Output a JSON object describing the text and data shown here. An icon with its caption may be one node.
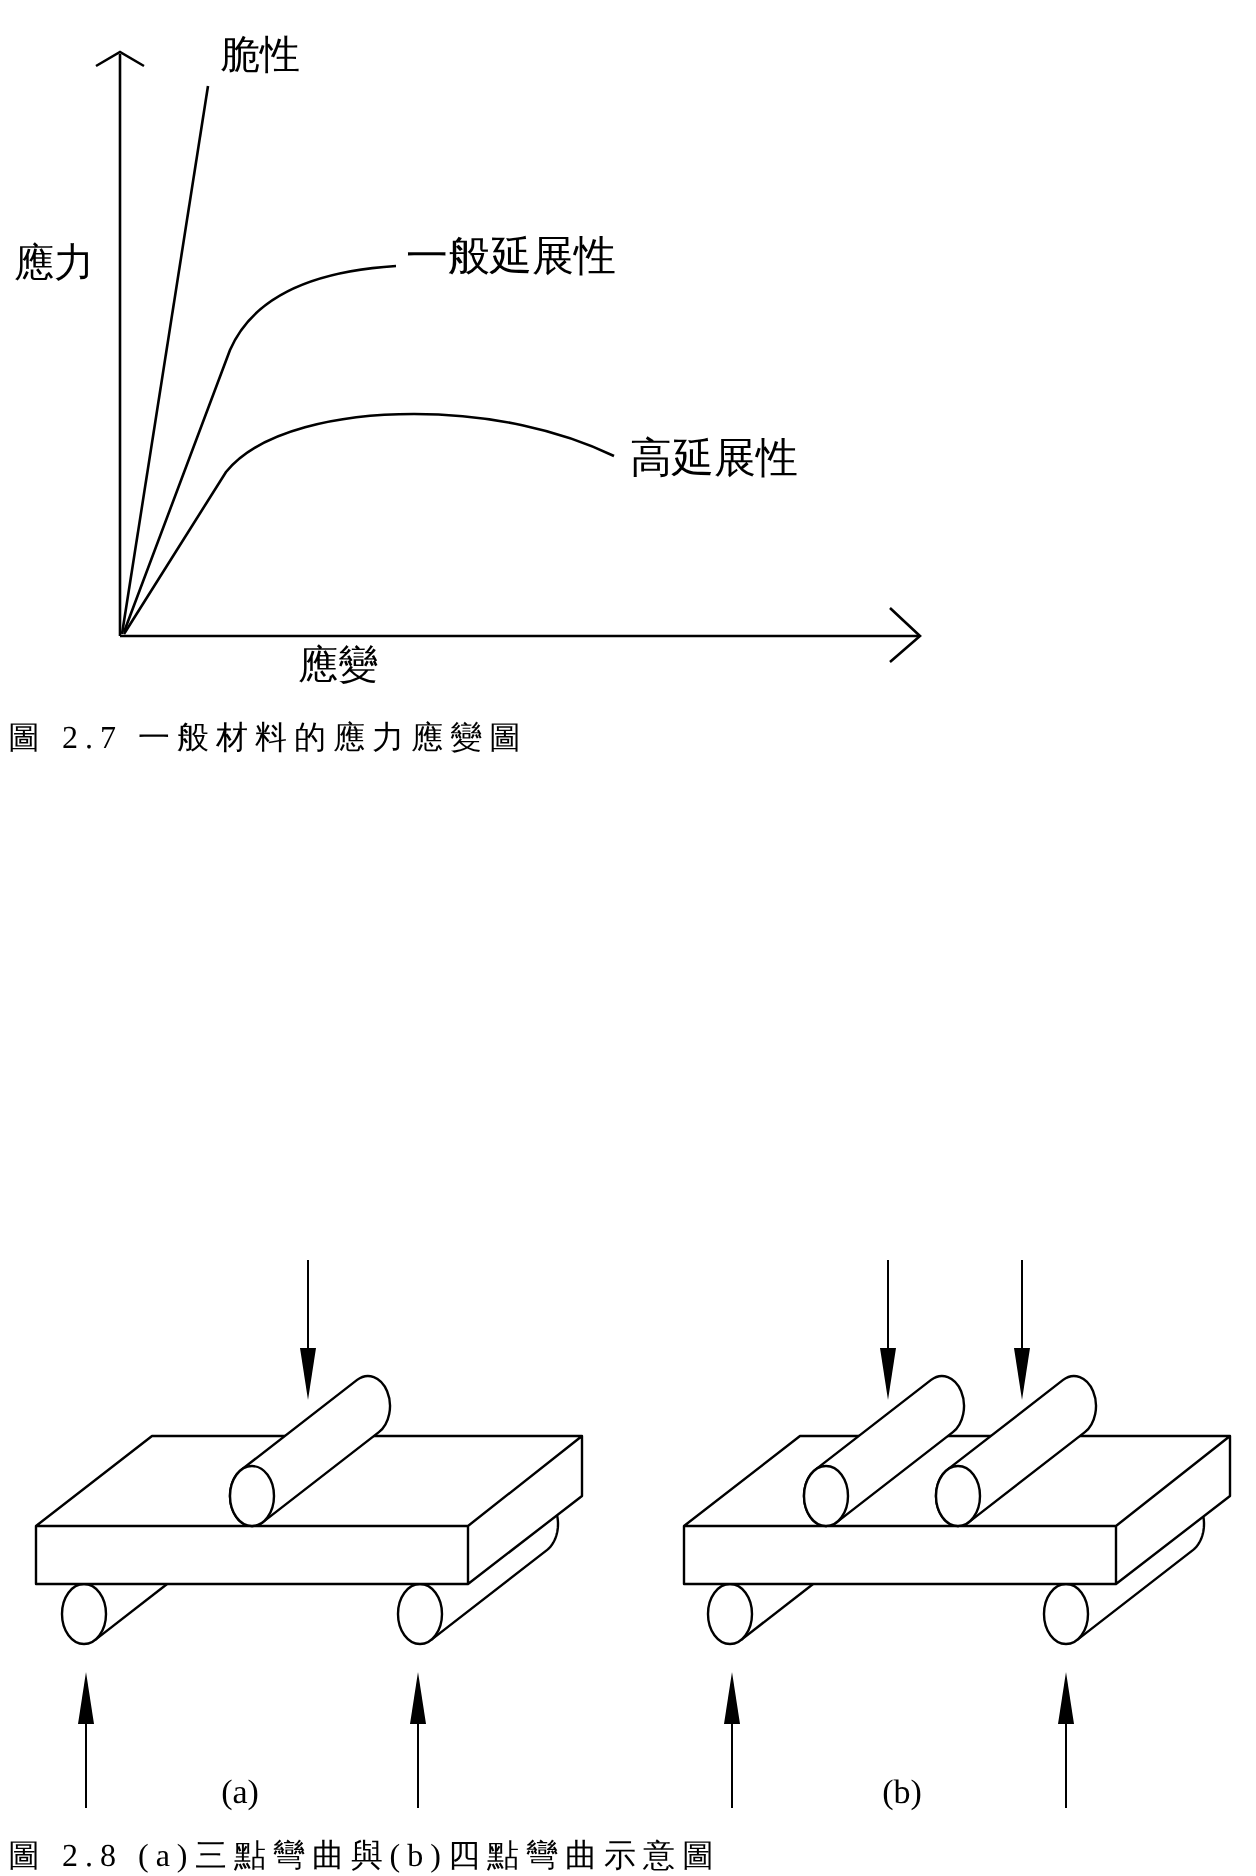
{
  "diagram": {
    "labels": [
      "脆性",
      "應力",
      "一般延展性",
      "高延展性",
      "應變",
      "圖 2.7 一般材料的應力應變圖",
      "(a)",
      "(b)",
      "圖 2.8 (a)三點彎曲與(b)四點彎曲示意圖"
    ]
  }
}
